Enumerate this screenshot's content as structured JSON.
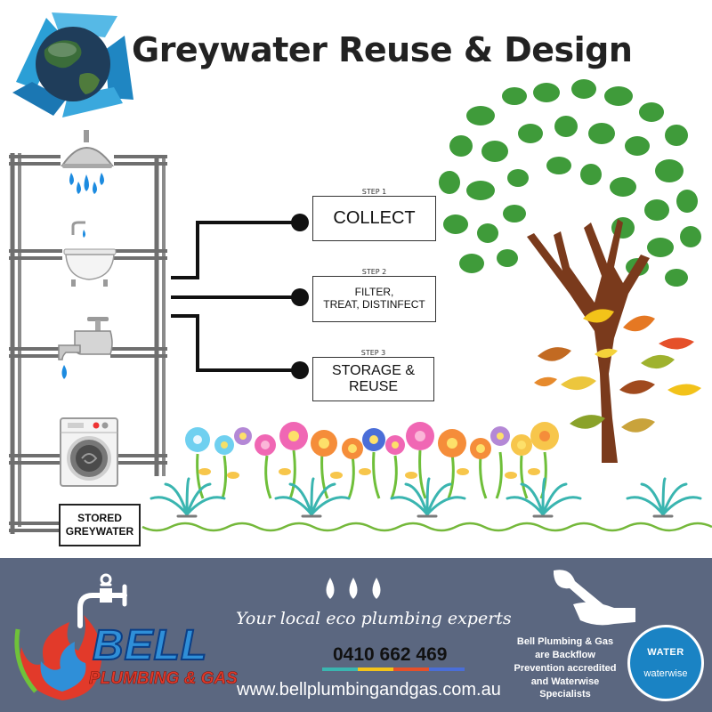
{
  "title": "Greywater Reuse & Design",
  "steps": [
    {
      "number": "STEP 1",
      "label": "COLLECT"
    },
    {
      "number": "STEP 2",
      "label_line1": "FILTER,",
      "label_line2": "TREAT, DISTINFECT"
    },
    {
      "number": "STEP 3",
      "label": "STORAGE & REUSE"
    }
  ],
  "stored": {
    "line1": "STORED",
    "line2": "GREYWATER"
  },
  "footer": {
    "tagline": "Your local eco plumbing experts",
    "phone": "0410 662 469",
    "website": "www.bellplumbingandgas.com.au",
    "note_lines": [
      "Bell Plumbing & Gas",
      "are Backflow",
      "Prevention accredited",
      "and Waterwise",
      "Specialists"
    ],
    "brand": "BELL",
    "brand_sub": "PLUMBING & GAS",
    "badge_top": "WATER",
    "badge_bottom": "waterwise"
  },
  "colors": {
    "footer_bg": "#5b6780",
    "pipe": "#6f6f6f",
    "water_drop": "#1c8be0",
    "leaf_green": "#3f9b3a",
    "trunk": "#7a3a1c",
    "badge_blue": "#1a83c4"
  },
  "icons": [
    "recycle-globe-icon",
    "shower-head-icon",
    "bathtub-icon",
    "tap-icon",
    "washing-machine-icon",
    "wrench-hand-icon",
    "pipe-fitting-icon",
    "water-drops-icon"
  ]
}
